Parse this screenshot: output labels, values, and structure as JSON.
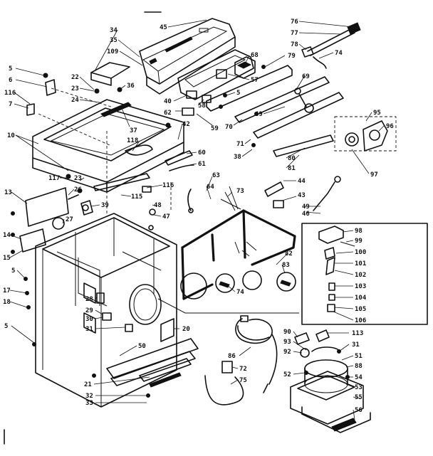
{
  "diagram": {
    "labels": [
      {
        "id": "l34",
        "text": "34"
      },
      {
        "id": "l35",
        "text": "35"
      },
      {
        "id": "l45",
        "text": "45"
      },
      {
        "id": "l109",
        "text": "109"
      },
      {
        "id": "l68",
        "text": "68"
      },
      {
        "id": "l76",
        "text": "76"
      },
      {
        "id": "l77",
        "text": "77"
      },
      {
        "id": "l78",
        "text": "78"
      },
      {
        "id": "l79",
        "text": "79"
      },
      {
        "id": "l74a",
        "text": "74"
      },
      {
        "id": "l5a",
        "text": "5"
      },
      {
        "id": "l6",
        "text": "6"
      },
      {
        "id": "l22",
        "text": "22"
      },
      {
        "id": "l23a",
        "text": "23"
      },
      {
        "id": "l24",
        "text": "24"
      },
      {
        "id": "l36",
        "text": "36"
      },
      {
        "id": "l37",
        "text": "37"
      },
      {
        "id": "l57",
        "text": "57"
      },
      {
        "id": "l69a",
        "text": "69"
      },
      {
        "id": "l40",
        "text": "40"
      },
      {
        "id": "l58",
        "text": "58"
      },
      {
        "id": "l5b",
        "text": "5"
      },
      {
        "id": "l62",
        "text": "62"
      },
      {
        "id": "l59",
        "text": "59"
      },
      {
        "id": "l70",
        "text": "70"
      },
      {
        "id": "l69b",
        "text": "69"
      },
      {
        "id": "l95",
        "text": "95"
      },
      {
        "id": "l96",
        "text": "96"
      },
      {
        "id": "l97",
        "text": "97"
      },
      {
        "id": "l116a",
        "text": "116"
      },
      {
        "id": "l7",
        "text": "7"
      },
      {
        "id": "l42",
        "text": "42"
      },
      {
        "id": "l118",
        "text": "118"
      },
      {
        "id": "l71",
        "text": "71"
      },
      {
        "id": "l38",
        "text": "38"
      },
      {
        "id": "l80",
        "text": "80"
      },
      {
        "id": "l81",
        "text": "81"
      },
      {
        "id": "l10",
        "text": "10"
      },
      {
        "id": "l60",
        "text": "60"
      },
      {
        "id": "l61",
        "text": "61"
      },
      {
        "id": "l117",
        "text": "117"
      },
      {
        "id": "l23b",
        "text": "23"
      },
      {
        "id": "l63",
        "text": "63"
      },
      {
        "id": "l64",
        "text": "64"
      },
      {
        "id": "l73",
        "text": "73"
      },
      {
        "id": "l44",
        "text": "44"
      },
      {
        "id": "l13",
        "text": "13"
      },
      {
        "id": "l26",
        "text": "26"
      },
      {
        "id": "l116b",
        "text": "116"
      },
      {
        "id": "l115",
        "text": "115"
      },
      {
        "id": "l43",
        "text": "43"
      },
      {
        "id": "l49",
        "text": "49"
      },
      {
        "id": "l39",
        "text": "39"
      },
      {
        "id": "l48",
        "text": "48"
      },
      {
        "id": "l46",
        "text": "46"
      },
      {
        "id": "l27",
        "text": "27"
      },
      {
        "id": "l47",
        "text": "47"
      },
      {
        "id": "l98",
        "text": "98"
      },
      {
        "id": "l99",
        "text": "99"
      },
      {
        "id": "l14",
        "text": "14"
      },
      {
        "id": "l100",
        "text": "100"
      },
      {
        "id": "l15",
        "text": "15"
      },
      {
        "id": "l82",
        "text": "82"
      },
      {
        "id": "l101",
        "text": "101"
      },
      {
        "id": "l83",
        "text": "83"
      },
      {
        "id": "l102",
        "text": "102"
      },
      {
        "id": "l5c",
        "text": "5"
      },
      {
        "id": "l103",
        "text": "103"
      },
      {
        "id": "l74b",
        "text": "74"
      },
      {
        "id": "l104",
        "text": "104"
      },
      {
        "id": "l17",
        "text": "17"
      },
      {
        "id": "l105",
        "text": "105"
      },
      {
        "id": "l18",
        "text": "18"
      },
      {
        "id": "l28",
        "text": "28"
      },
      {
        "id": "l29",
        "text": "29"
      },
      {
        "id": "l106",
        "text": "106"
      },
      {
        "id": "l30",
        "text": "30"
      },
      {
        "id": "l31a",
        "text": "31"
      },
      {
        "id": "l20",
        "text": "20"
      },
      {
        "id": "l90",
        "text": "90"
      },
      {
        "id": "l113",
        "text": "113"
      },
      {
        "id": "l5d",
        "text": "5"
      },
      {
        "id": "l93",
        "text": "93"
      },
      {
        "id": "l31b",
        "text": "31"
      },
      {
        "id": "l50",
        "text": "50"
      },
      {
        "id": "l92",
        "text": "92"
      },
      {
        "id": "l51",
        "text": "51"
      },
      {
        "id": "l88",
        "text": "88"
      },
      {
        "id": "l86",
        "text": "86"
      },
      {
        "id": "l72",
        "text": "72"
      },
      {
        "id": "l52",
        "text": "52"
      },
      {
        "id": "l54",
        "text": "54"
      },
      {
        "id": "l21",
        "text": "21"
      },
      {
        "id": "l75",
        "text": "75"
      },
      {
        "id": "l53",
        "text": "53"
      },
      {
        "id": "l32",
        "text": "32"
      },
      {
        "id": "l55",
        "text": "55"
      },
      {
        "id": "l33",
        "text": "33"
      },
      {
        "id": "l56",
        "text": "56"
      }
    ]
  }
}
